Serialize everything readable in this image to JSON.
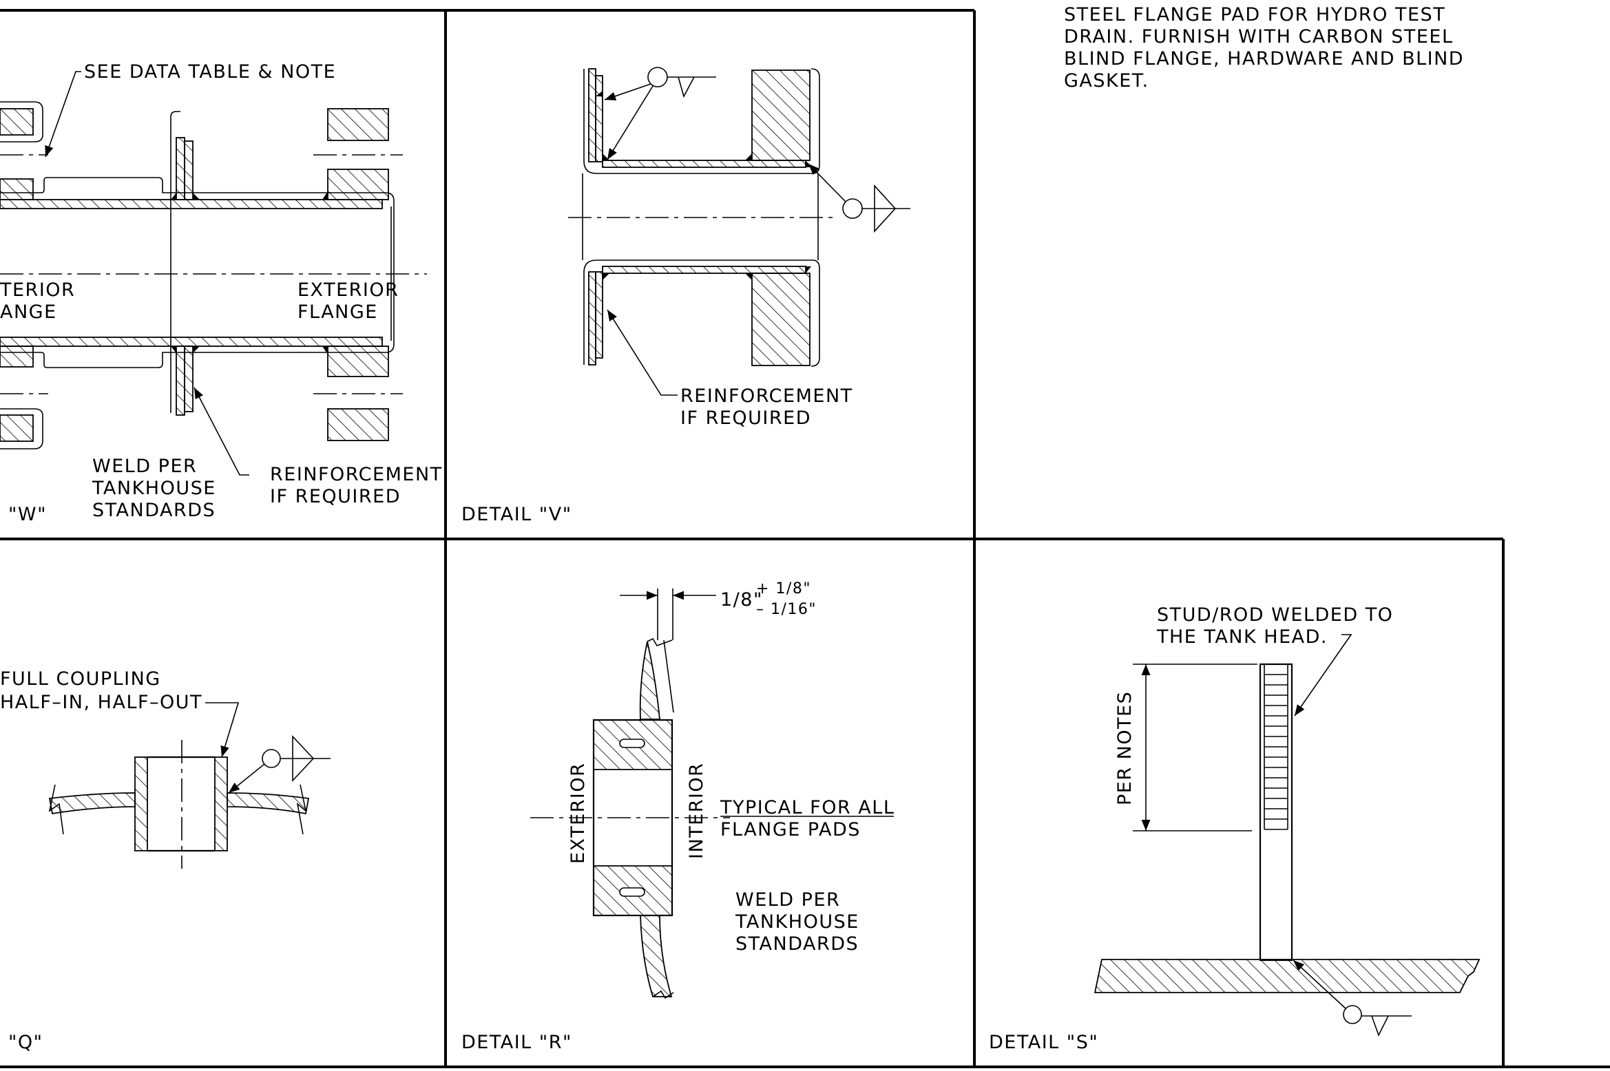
{
  "notes": {
    "top_text_lines": [
      "STEEL FLANGE PAD FOR HYDRO TEST",
      "DRAIN. FURNISH WITH CARBON STEEL",
      "BLIND FLANGE, HARDWARE AND BLIND",
      "GASKET."
    ]
  },
  "detail_w": {
    "callout_data_table": "SEE DATA TABLE & NOTE",
    "interior_line1": "TERIOR",
    "interior_line2": "ANGE",
    "exterior_line1": "EXTERIOR",
    "exterior_line2": "FLANGE",
    "weld_line1": "WELD PER",
    "weld_line2": "TANKHOUSE",
    "weld_line3": "STANDARDS",
    "reinf_line1": "REINFORCEMENT",
    "reinf_line2": "IF REQUIRED",
    "title": "\"W\""
  },
  "detail_v": {
    "reinf_line1": "REINFORCEMENT",
    "reinf_line2": "IF REQUIRED",
    "title": "DETAIL \"V\""
  },
  "detail_q": {
    "coupling_line1": "FULL COUPLING",
    "coupling_line2": "HALF–IN, HALF–OUT",
    "title": "\"Q\""
  },
  "detail_r": {
    "dim_base": "1/8\"",
    "dim_plus": "+ 1/8\"",
    "dim_minus": "– 1/16\"",
    "exterior": "EXTERIOR",
    "interior": "INTERIOR",
    "typical_line1": "TYPICAL FOR ALL",
    "typical_line2": "FLANGE PADS",
    "weld_line1": "WELD PER",
    "weld_line2": "TANKHOUSE",
    "weld_line3": "STANDARDS",
    "title": "DETAIL \"R\""
  },
  "detail_s": {
    "stud_line1": "STUD/ROD WELDED TO",
    "stud_line2": "THE TANK HEAD.",
    "per_notes": "PER NOTES",
    "title": "DETAIL \"S\""
  }
}
